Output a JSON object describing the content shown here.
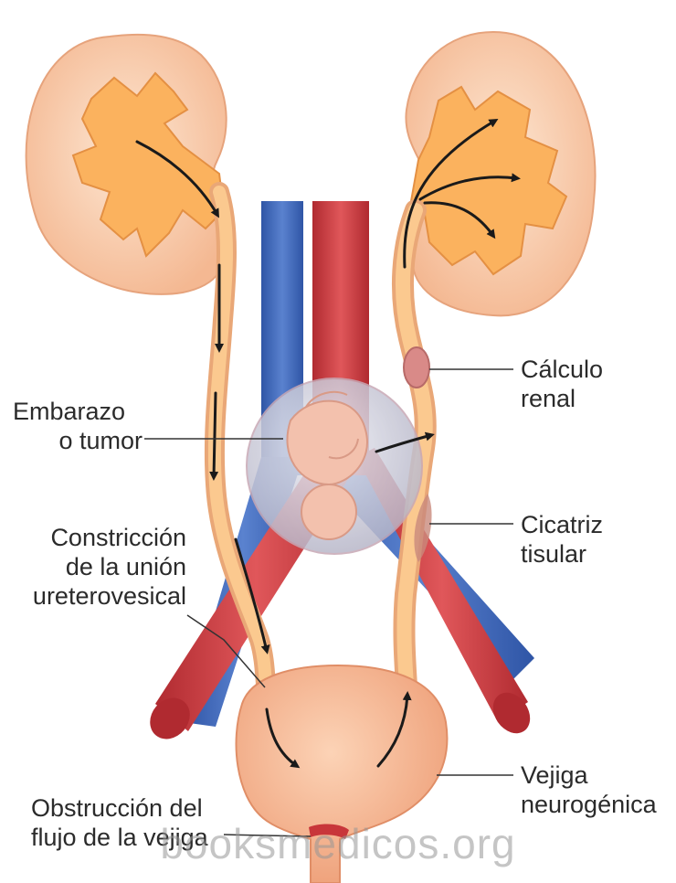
{
  "labels": {
    "calculo": [
      "Cálculo",
      "renal"
    ],
    "embarazo": [
      "Embarazo",
      "o tumor"
    ],
    "cicatriz": [
      "Cicatriz",
      "tisular"
    ],
    "constriccion": [
      "Constricción",
      "de la unión",
      "ureterovesical"
    ],
    "vejiga": [
      "Vejiga",
      "neurogénica"
    ],
    "obstruccion": [
      "Obstrucción del",
      "flujo de la vejiga"
    ]
  },
  "watermark": "booksmedicos.org",
  "colors": {
    "kidney": "#f7c9a4",
    "pelvis": "#fbb25e",
    "vein": "#3b63b3",
    "artery": "#c8363a",
    "bladder": "#f6b792",
    "stone": "#d98a88",
    "outline": "#e0a07a"
  }
}
